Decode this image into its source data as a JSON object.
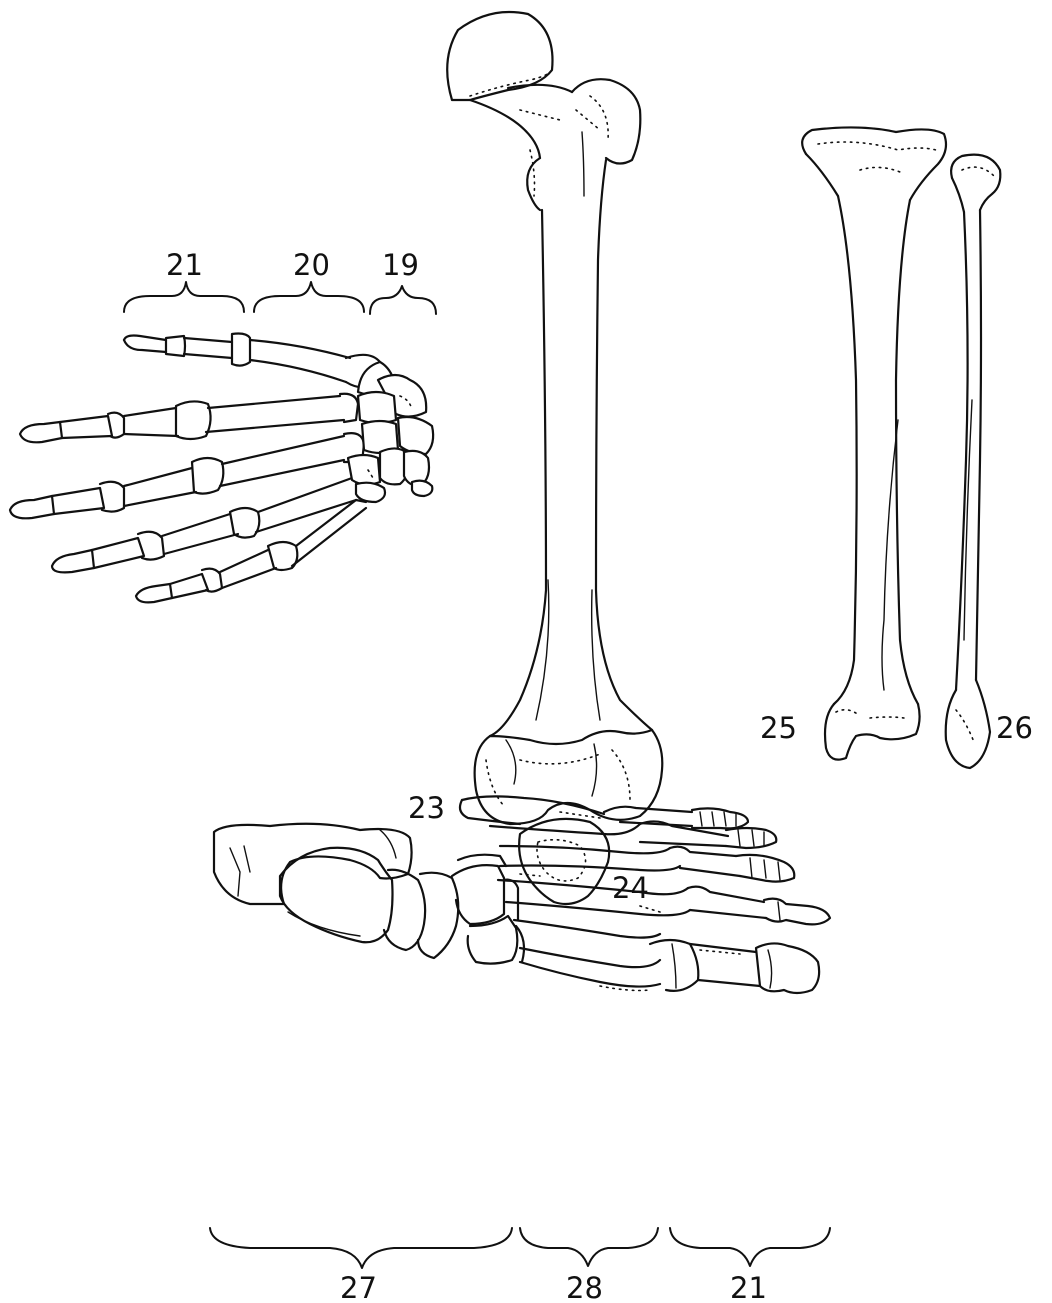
{
  "figure": {
    "hand": {
      "labels": {
        "phalanges": "21",
        "metacarpals": "20",
        "carpals": "19"
      }
    },
    "leg": {
      "labels": {
        "femur": "23",
        "patella": "24",
        "tibia": "25",
        "fibula": "26"
      }
    },
    "foot": {
      "labels": {
        "tarsals": "27",
        "metatarsals": "28",
        "phalanges": "21"
      }
    }
  }
}
